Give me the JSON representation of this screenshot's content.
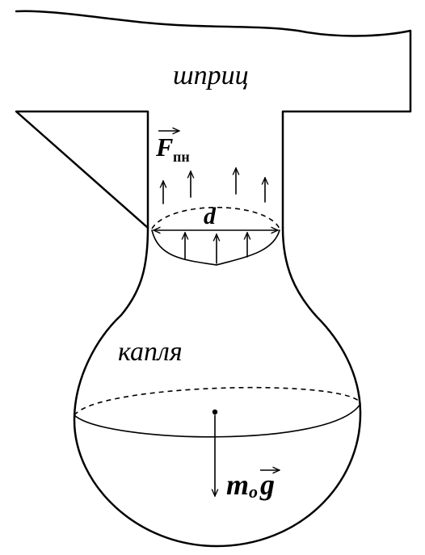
{
  "labels": {
    "syringe": "шприц",
    "drop": "капля",
    "diameter": "d",
    "force_main": "F",
    "force_sub": "пн",
    "weight_main": "m",
    "weight_sub": "o",
    "weight_vec": "g"
  },
  "colors": {
    "line": "#000000",
    "background": "#ffffff"
  }
}
